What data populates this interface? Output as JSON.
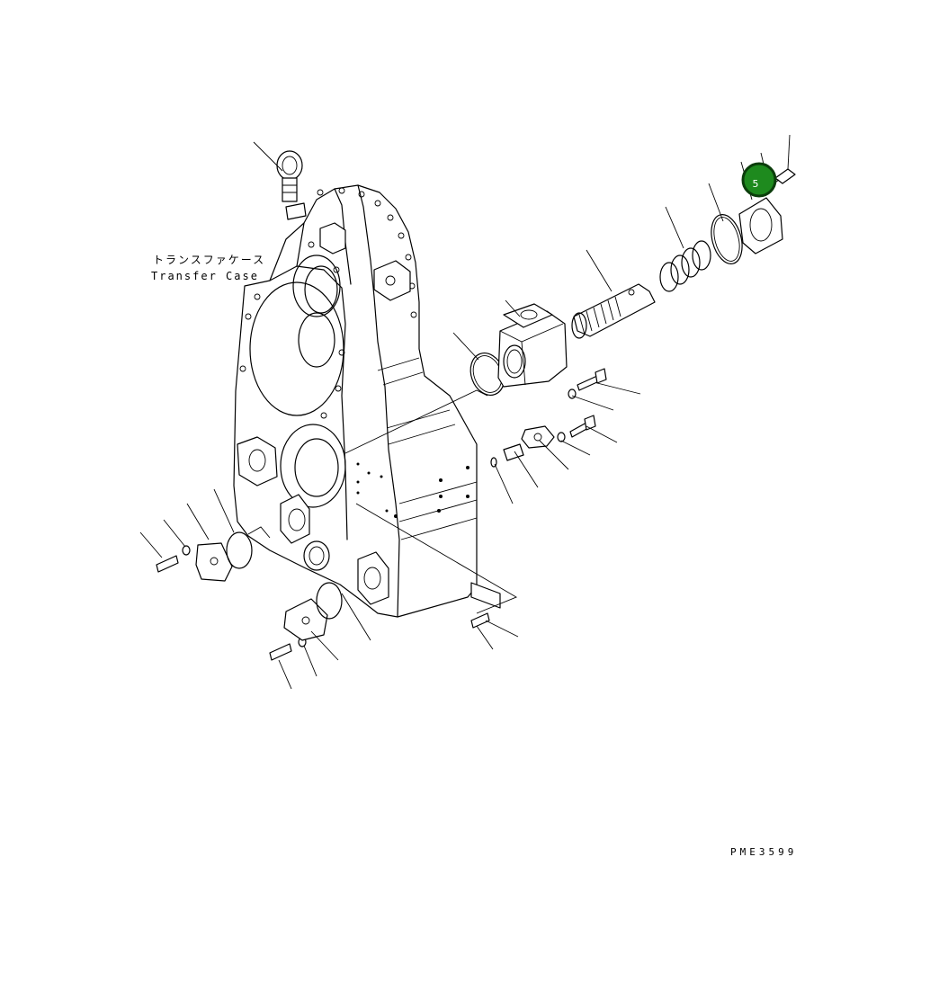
{
  "diagram": {
    "label_ja": "トランスファケース",
    "label_en": "Transfer Case",
    "drawing_code": "PME3599",
    "callouts": [
      {
        "number": "5",
        "color": "#1e8a1e",
        "ring": "#0b3d0b"
      }
    ]
  }
}
